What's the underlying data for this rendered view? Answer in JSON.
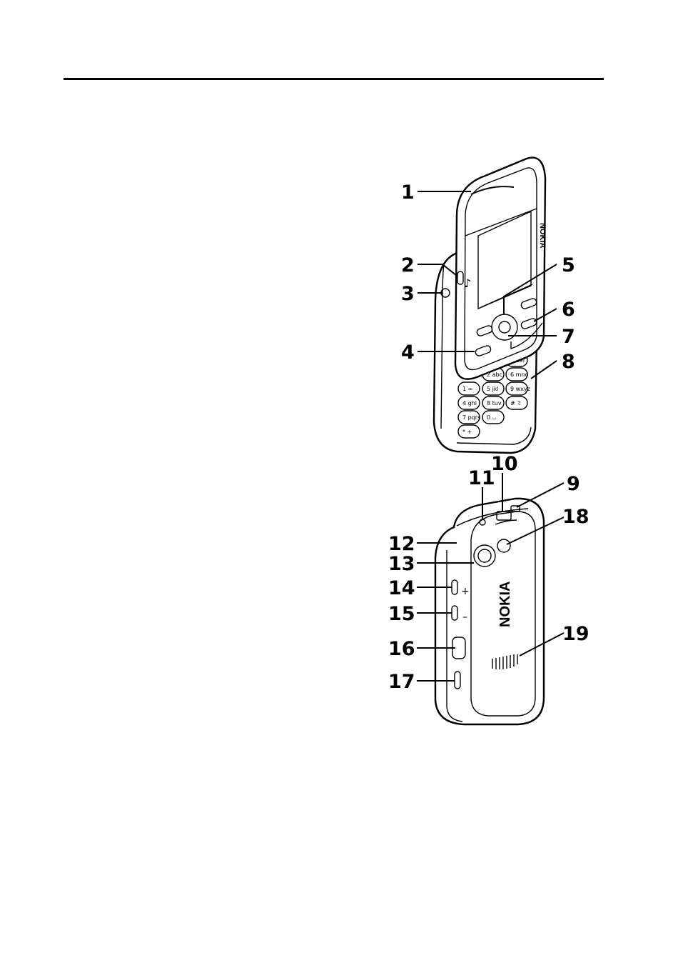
{
  "brand": "NOKIA",
  "keypad": [
    "1 ∞",
    "2 abc",
    "3 def",
    "4 ghi",
    "5 jkl",
    "6 mno",
    "7 pqrs",
    "8 tuv",
    "9 wxyz",
    "* +",
    "0 ⏘",
    "# ⇧"
  ],
  "callouts": [
    {
      "id": "1",
      "label": "1"
    },
    {
      "id": "2",
      "label": "2"
    },
    {
      "id": "3",
      "label": "3"
    },
    {
      "id": "4",
      "label": "4"
    },
    {
      "id": "5",
      "label": "5"
    },
    {
      "id": "6",
      "label": "6"
    },
    {
      "id": "7",
      "label": "7"
    },
    {
      "id": "8",
      "label": "8"
    },
    {
      "id": "9",
      "label": "9"
    },
    {
      "id": "10",
      "label": "10"
    },
    {
      "id": "11",
      "label": "11"
    },
    {
      "id": "12",
      "label": "12"
    },
    {
      "id": "13",
      "label": "13"
    },
    {
      "id": "14",
      "label": "14"
    },
    {
      "id": "15",
      "label": "15"
    },
    {
      "id": "16",
      "label": "16"
    },
    {
      "id": "17",
      "label": "17"
    },
    {
      "id": "18",
      "label": "18"
    },
    {
      "id": "19",
      "label": "19"
    }
  ],
  "volume_marks": {
    "plus": "+",
    "minus": "–"
  }
}
